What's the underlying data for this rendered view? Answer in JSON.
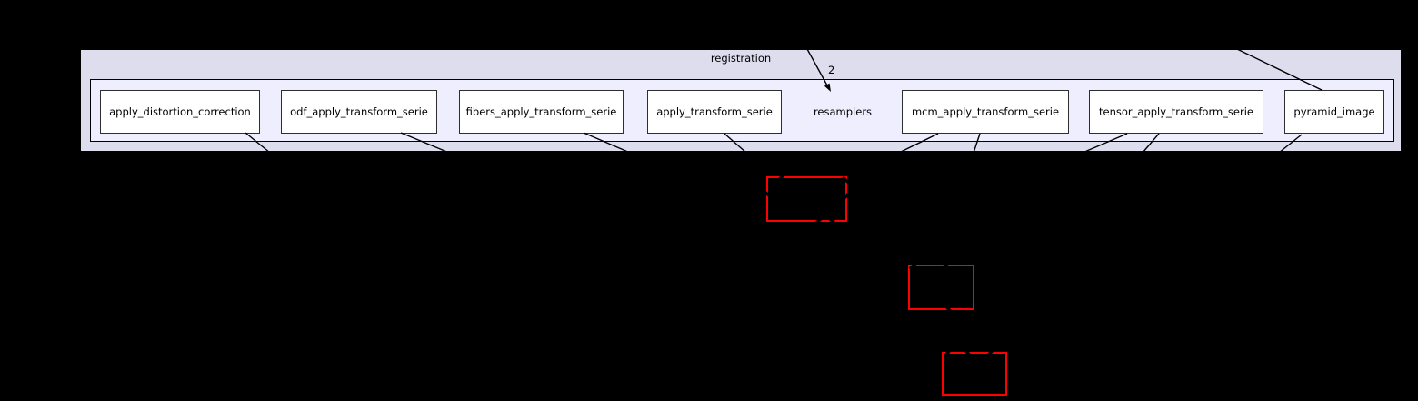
{
  "diagram": {
    "parent_label": "registration",
    "current_label": "resamplers",
    "incoming_edge_count": "2",
    "subdirectories": [
      {
        "label": "apply_distortion_correction"
      },
      {
        "label": "odf_apply_transform_serie"
      },
      {
        "label": "fibers_apply_transform_serie"
      },
      {
        "label": "apply_transform_serie"
      },
      {
        "label": "mcm_apply_transform_serie"
      },
      {
        "label": "tensor_apply_transform_serie"
      },
      {
        "label": "pyramid_image"
      }
    ],
    "truncated_node_count": 3,
    "colors": {
      "background": "#000000",
      "outer_cluster_fill": "#ddddee",
      "inner_cluster_fill": "#eeeeff",
      "node_fill": "#ffffff",
      "node_border": "#2e2e2e",
      "cluster_border": "#000000",
      "edge": "#000000",
      "truncated_border": "#ff0000"
    }
  }
}
